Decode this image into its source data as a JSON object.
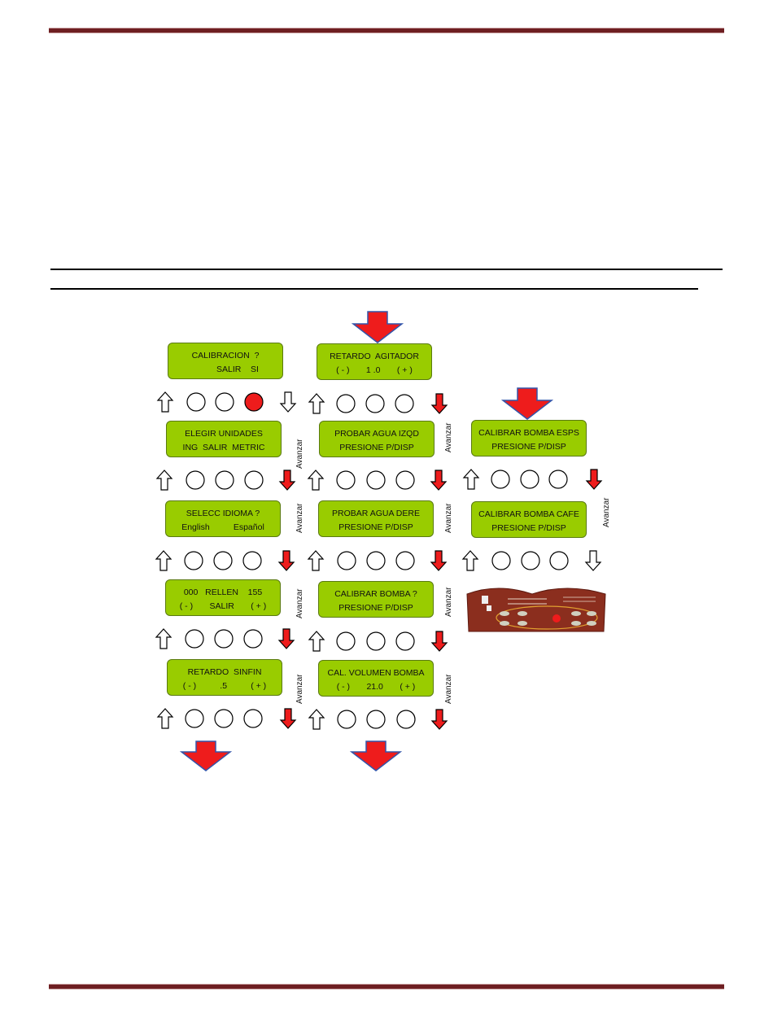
{
  "side_label": "Avanzar",
  "screens": [
    {
      "id": "calibracion",
      "line1": "CALIBRACION  ?",
      "line2": "SALIR    SI"
    },
    {
      "id": "elegir-unidades",
      "line1": "ELEGIR UNIDADES",
      "line2": "ING  SALIR  METRIC"
    },
    {
      "id": "selecc-idioma",
      "line1": "SELECC IDIOMA ?",
      "line2": "English          Español"
    },
    {
      "id": "rellen",
      "line1": "000   RELLEN    155",
      "line2": "( - )       SALIR       ( + )"
    },
    {
      "id": "retardo-sinfin",
      "line1": "RETARDO  SINFIN",
      "line2": "( - )          .5          ( + )"
    },
    {
      "id": "retardo-agitador",
      "line1": "RETARDO  AGITADOR",
      "line2": "( - )       1 .0       ( + )"
    },
    {
      "id": "probar-agua-izqd",
      "line1": "PROBAR AGUA IZQD",
      "line2": "PRESIONE P/DISP"
    },
    {
      "id": "probar-agua-dere",
      "line1": "PROBAR AGUA DERE",
      "line2": "PRESIONE P/DISP"
    },
    {
      "id": "calibrar-bomba",
      "line1": "CALIBRAR BOMBA ?",
      "line2": "PRESIONE P/DISP"
    },
    {
      "id": "cal-volumen-bomba",
      "line1": "CAL. VOLUMEN BOMBA",
      "line2": "( - )       21.0       ( + )"
    },
    {
      "id": "calibrar-bomba-esps",
      "line1": "CALIBRAR BOMBA ESPS",
      "line2": "PRESIONE P/DISP"
    },
    {
      "id": "calibrar-bomba-cafe",
      "line1": "CALIBRAR BOMBA CAFE",
      "line2": "PRESIONE P/DISP"
    }
  ],
  "colors": {
    "lcd": "#99cc00",
    "arrow_red": "#ee1c1c",
    "arrow_border": "#3355aa",
    "rule": "#6e1f22"
  }
}
